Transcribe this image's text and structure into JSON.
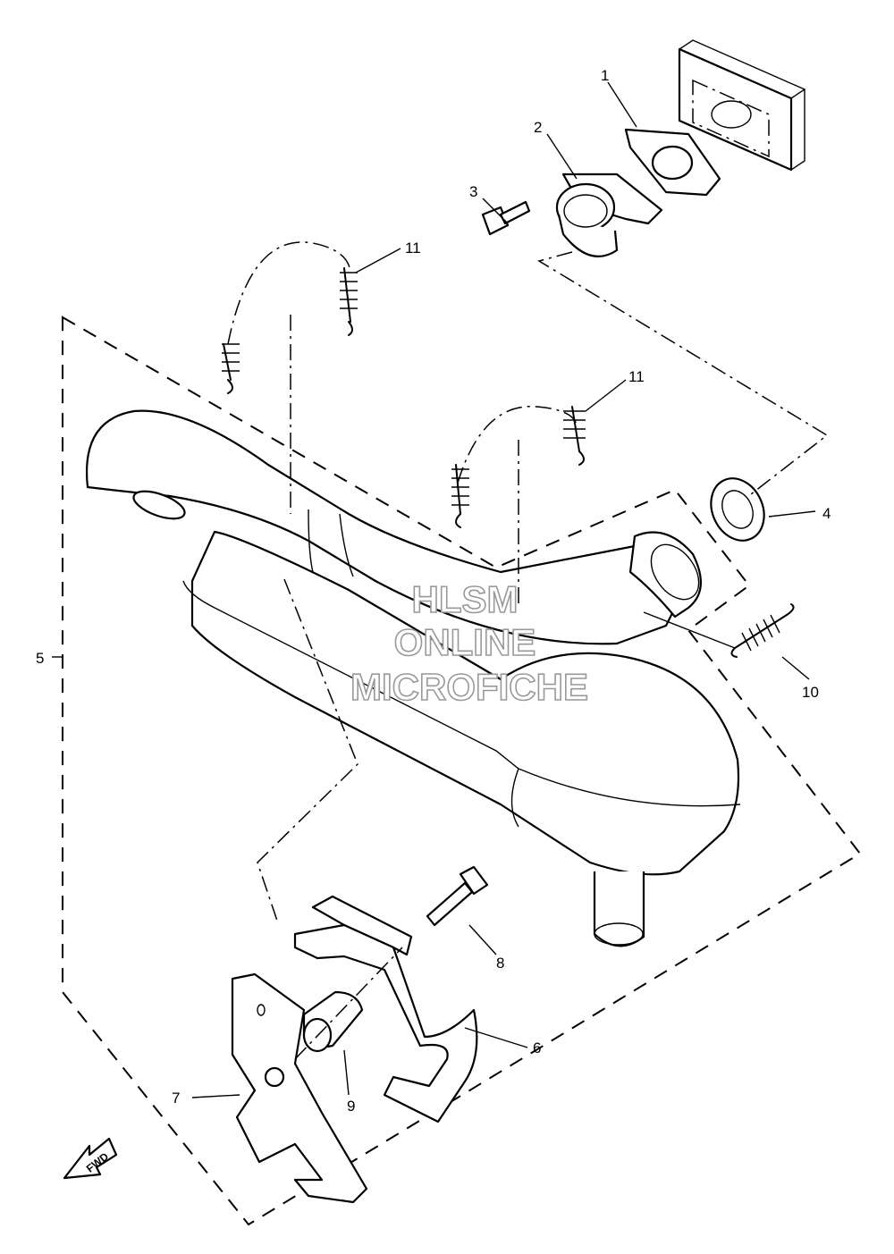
{
  "callouts": {
    "c1": "1",
    "c2": "2",
    "c3": "3",
    "c4": "4",
    "c5": "5",
    "c6": "6",
    "c7": "7",
    "c8": "8",
    "c9": "9",
    "c10": "10",
    "c11a": "11",
    "c11b": "11"
  },
  "watermark": {
    "line1": "HLSM",
    "line2": "ONLINE",
    "line3": "MICROFICHE"
  },
  "direction_arrow": {
    "label": "FWD",
    "icon": "arrow-left-icon"
  }
}
